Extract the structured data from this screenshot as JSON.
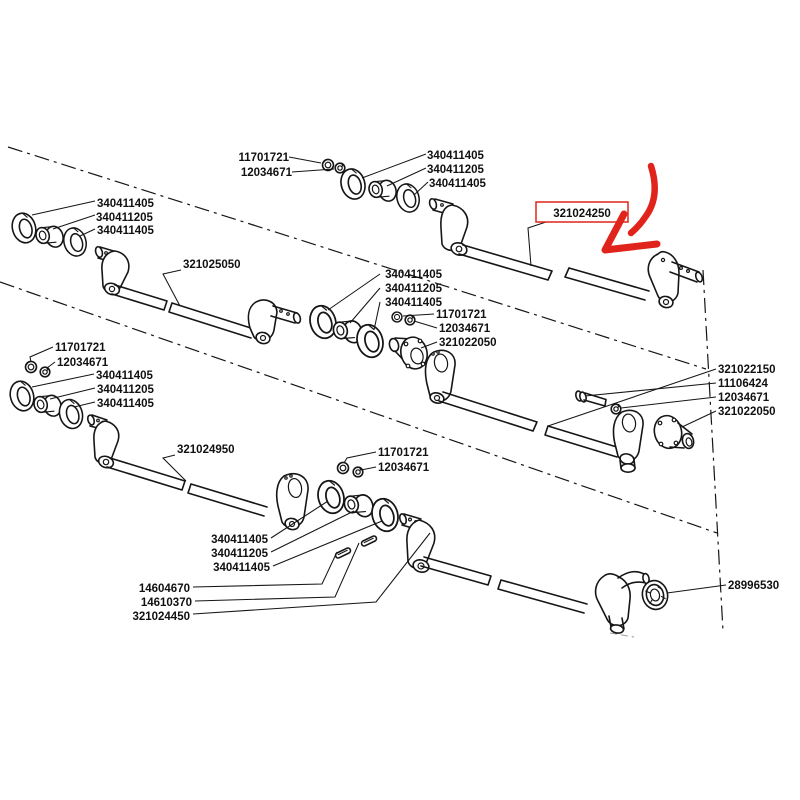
{
  "diagram": {
    "type": "exploded-parts-diagram",
    "background": "#ffffff",
    "line_color": "#161616",
    "highlight": {
      "part_number": "321024250",
      "box_color": "#e0241c",
      "arrow_color": "#e0241c"
    },
    "labels": [
      {
        "id": "pn-11701721-top",
        "text": "11701721"
      },
      {
        "id": "pn-12034671-top",
        "text": "12034671"
      },
      {
        "id": "pn-340411405-top-1",
        "text": "340411405"
      },
      {
        "id": "pn-340411205-top-2",
        "text": "340411205"
      },
      {
        "id": "pn-340411405-top-3",
        "text": "340411405"
      },
      {
        "id": "pn-340411405-left-1",
        "text": "340411405"
      },
      {
        "id": "pn-340411205-left-2",
        "text": "340411205"
      },
      {
        "id": "pn-340411405-left-3",
        "text": "340411405"
      },
      {
        "id": "pn-321025050",
        "text": "321025050"
      },
      {
        "id": "pn-321024250",
        "text": "321024250"
      },
      {
        "id": "pn-340411405-mid-1",
        "text": "340411405"
      },
      {
        "id": "pn-340411205-mid-2",
        "text": "340411205"
      },
      {
        "id": "pn-340411405-mid-3",
        "text": "340411405"
      },
      {
        "id": "pn-11701721-mid",
        "text": "11701721"
      },
      {
        "id": "pn-12034671-mid",
        "text": "12034671"
      },
      {
        "id": "pn-321022050-mid",
        "text": "321022050"
      },
      {
        "id": "pn-321022150",
        "text": "321022150"
      },
      {
        "id": "pn-11106424",
        "text": "11106424"
      },
      {
        "id": "pn-12034671-right",
        "text": "12034671"
      },
      {
        "id": "pn-321022050-right",
        "text": "321022050"
      },
      {
        "id": "pn-11701721-leftmid",
        "text": "11701721"
      },
      {
        "id": "pn-12034671-leftmid",
        "text": "12034671"
      },
      {
        "id": "pn-340411405-lm-1",
        "text": "340411405"
      },
      {
        "id": "pn-340411205-lm-2",
        "text": "340411205"
      },
      {
        "id": "pn-340411405-lm-3",
        "text": "340411405"
      },
      {
        "id": "pn-321024950",
        "text": "321024950"
      },
      {
        "id": "pn-11701721-bottom",
        "text": "11701721"
      },
      {
        "id": "pn-12034671-bottom",
        "text": "12034671"
      },
      {
        "id": "pn-340411405-bot-1",
        "text": "340411405"
      },
      {
        "id": "pn-340411205-bot-2",
        "text": "340411205"
      },
      {
        "id": "pn-340411405-bot-3",
        "text": "340411405"
      },
      {
        "id": "pn-14604670",
        "text": "14604670"
      },
      {
        "id": "pn-14610370",
        "text": "14610370"
      },
      {
        "id": "pn-321024450",
        "text": "321024450"
      },
      {
        "id": "pn-28996530",
        "text": "28996530"
      }
    ]
  }
}
